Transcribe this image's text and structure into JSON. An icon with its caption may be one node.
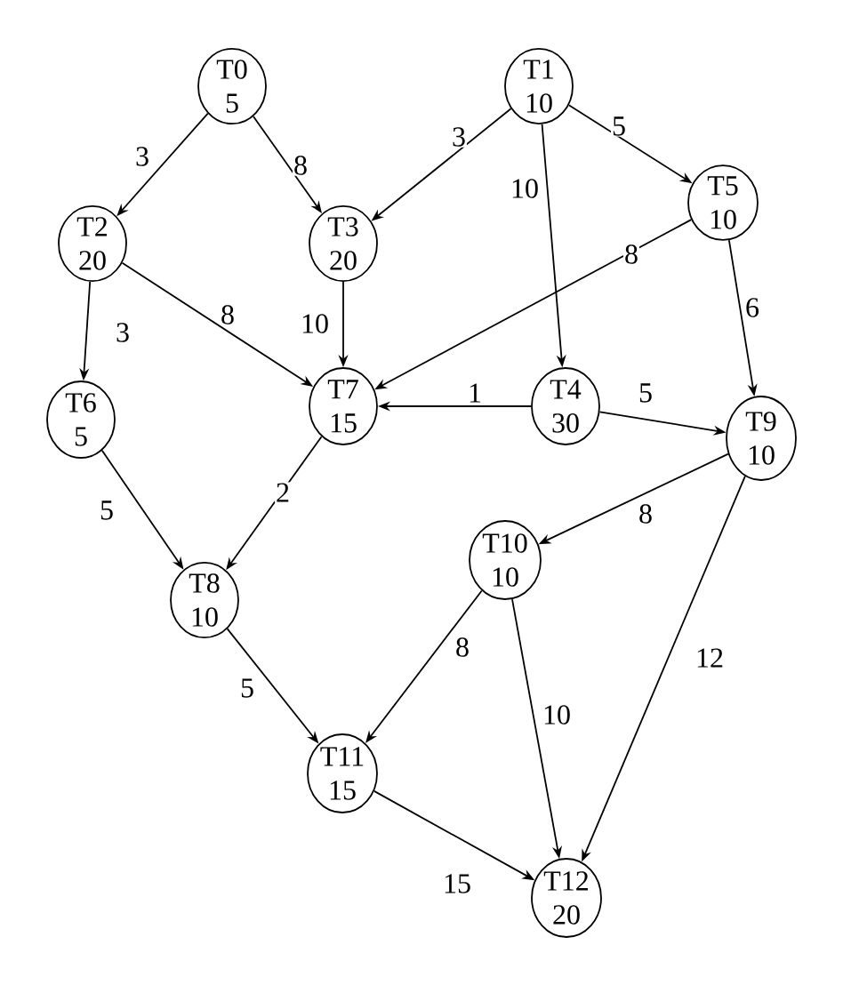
{
  "diagram": {
    "nodes": [
      {
        "text": [
          "T0",
          "5"
        ]
      },
      {
        "text": [
          "T1",
          "10"
        ]
      },
      {
        "text": [
          "T2",
          "20"
        ]
      },
      {
        "text": [
          "T3",
          "20"
        ]
      },
      {
        "text": [
          "T4",
          "30"
        ]
      },
      {
        "text": [
          "T5",
          "10"
        ]
      },
      {
        "text": [
          "T6",
          "5"
        ]
      },
      {
        "text": [
          "T7",
          "15"
        ]
      },
      {
        "text": [
          "T8",
          "10"
        ]
      },
      {
        "text": [
          "T9",
          "10"
        ]
      },
      {
        "text": [
          "T10",
          "10"
        ]
      },
      {
        "text": [
          "T11",
          "15"
        ]
      },
      {
        "text": [
          "T12",
          "20"
        ]
      }
    ],
    "edges": [
      {
        "from": 0,
        "to": 2,
        "arrow": "to",
        "label": "3"
      },
      {
        "from": 0,
        "to": 3,
        "arrow": "to",
        "label": "8"
      },
      {
        "from": 1,
        "to": 3,
        "arrow": "to",
        "label": "3"
      },
      {
        "from": 1,
        "to": 4,
        "arrow": "to",
        "label": "10"
      },
      {
        "from": 1,
        "to": 5,
        "arrow": "to",
        "label": "5"
      },
      {
        "from": 2,
        "to": 6,
        "arrow": "to",
        "label": "3"
      },
      {
        "from": 2,
        "to": 7,
        "arrow": "to",
        "label": "8"
      },
      {
        "from": 3,
        "to": 7,
        "arrow": "to",
        "label": "10"
      },
      {
        "from": 5,
        "to": 7,
        "arrow": "to",
        "label": "8"
      },
      {
        "from": 5,
        "to": 9,
        "arrow": "to",
        "label": "6"
      },
      {
        "from": 4,
        "to": 7,
        "arrow": "to",
        "label": "1"
      },
      {
        "from": 4,
        "to": 9,
        "arrow": "to",
        "label": "5"
      },
      {
        "from": 6,
        "to": 8,
        "arrow": "to",
        "label": "5"
      },
      {
        "from": 7,
        "to": 8,
        "arrow": "to",
        "label": "2"
      },
      {
        "from": 9,
        "to": 10,
        "arrow": "to",
        "label": "8"
      },
      {
        "from": 9,
        "to": 12,
        "arrow": "to",
        "label": "12"
      },
      {
        "from": 8,
        "to": 11,
        "arrow": "to",
        "label": "5"
      },
      {
        "from": 10,
        "to": 11,
        "arrow": "to",
        "label": "8"
      },
      {
        "from": 10,
        "to": 12,
        "arrow": "to",
        "label": "10"
      },
      {
        "from": 11,
        "to": 12,
        "arrow": "to",
        "label": "15"
      }
    ]
  }
}
